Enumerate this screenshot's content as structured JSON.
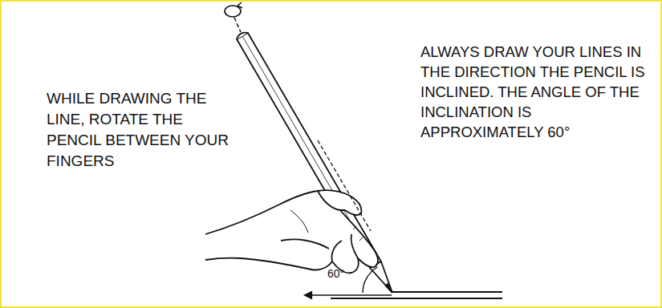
{
  "diagram": {
    "labels": [
      "WHILE DRAWING THE LINE, ROTATE THE PENCIL BETWEEN YOUR FINGERS",
      "ALWAYS DRAW YOUR LINES IN THE DIRECTION THE PENCIL IS INCLINED. THE ANGLE OF THE INCLINATION IS APPROXIMATELY 60°",
      "60°"
    ]
  }
}
